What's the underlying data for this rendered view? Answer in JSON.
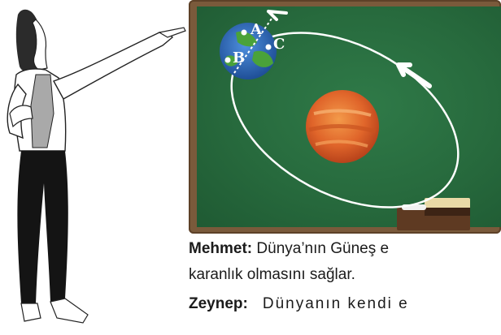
{
  "board": {
    "point_labels": [
      "A",
      "B",
      "C"
    ]
  },
  "statements": [
    {
      "speaker": "Mehmet:",
      "text": "Dünya’nın Güneş e"
    },
    {
      "speaker": "",
      "text": "karanlık olmasını sağlar."
    },
    {
      "speaker": "Zeynep:",
      "text": "Dünyanın kendi e"
    }
  ],
  "colors": {
    "board": "#276a3d",
    "frame": "#7a5a3b",
    "sun": "#e0652a",
    "earth_ocean": "#2f6fc0",
    "earth_land": "#4aa23a"
  }
}
